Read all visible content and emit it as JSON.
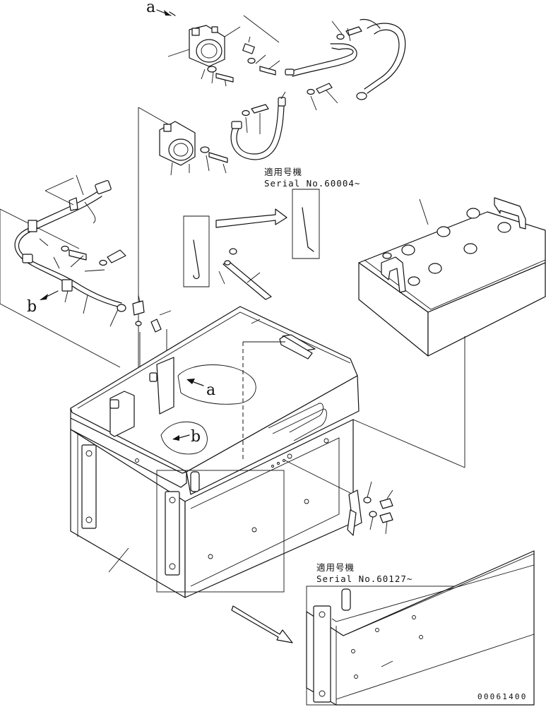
{
  "callouts": {
    "a_top": "a",
    "b_left": "b",
    "a_tank": "a",
    "b_tank": "b"
  },
  "notes": {
    "serial_note_1": {
      "line1": "適用号機",
      "line2": "Serial No.60004~"
    },
    "serial_note_2": {
      "line1": "適用号機",
      "line2": "Serial No.60127~"
    }
  },
  "drawing_code": "00061400"
}
